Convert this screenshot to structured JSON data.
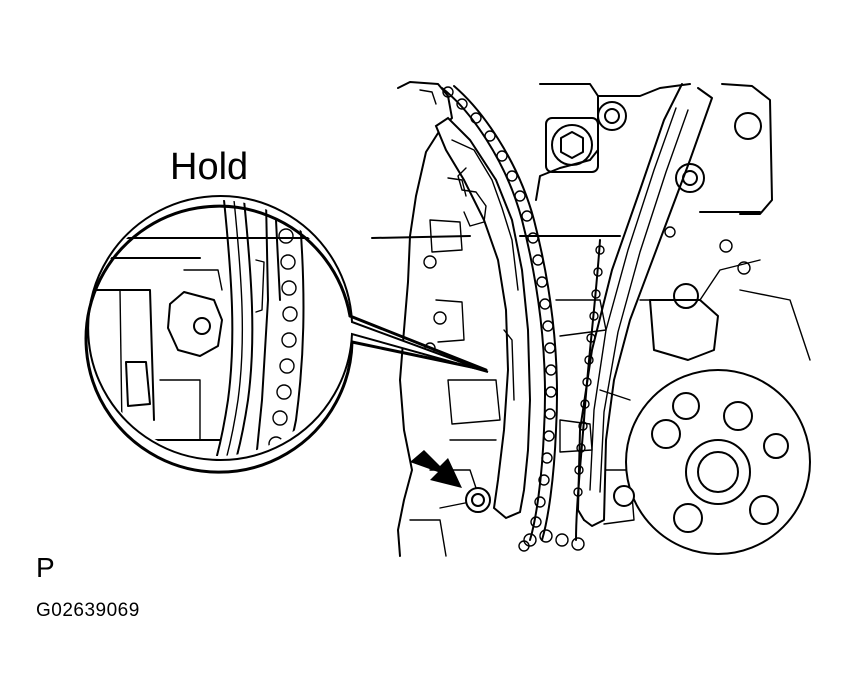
{
  "labels": {
    "hold": "Hold",
    "view_code": "P",
    "figure_id": "G02639069"
  },
  "icons": {
    "arrow": "arrow-icon"
  }
}
